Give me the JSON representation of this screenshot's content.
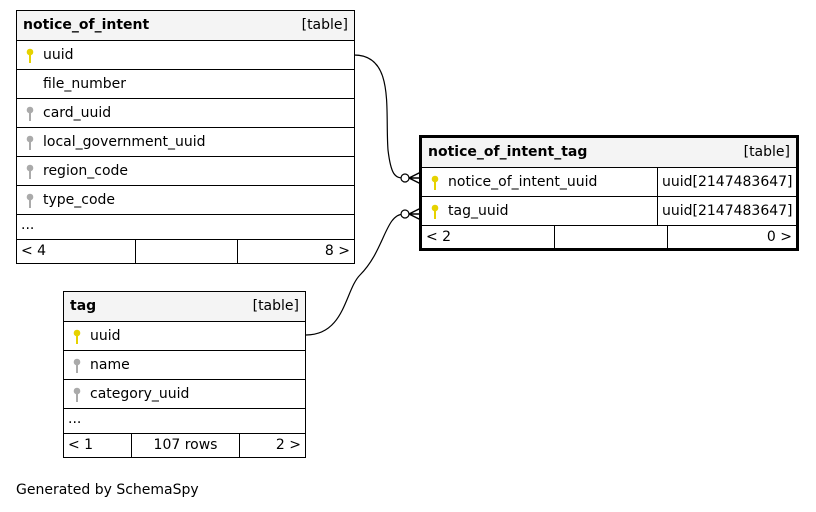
{
  "tables": {
    "notice_of_intent": {
      "name": "notice_of_intent",
      "kind": "[table]",
      "columns": [
        "uuid",
        "file_number",
        "card_uuid",
        "local_government_uuid",
        "region_code",
        "type_code"
      ],
      "ellipsis": "...",
      "footer": {
        "left": "< 4",
        "middle": "",
        "right": "8 >"
      }
    },
    "notice_of_intent_tag": {
      "name": "notice_of_intent_tag",
      "kind": "[table]",
      "columns": [
        {
          "name": "notice_of_intent_uuid",
          "type": "uuid[2147483647]"
        },
        {
          "name": "tag_uuid",
          "type": "uuid[2147483647]"
        }
      ],
      "footer": {
        "left": "< 2",
        "middle": "",
        "right": "0 >"
      }
    },
    "tag": {
      "name": "tag",
      "kind": "[table]",
      "columns": [
        "uuid",
        "name",
        "category_uuid"
      ],
      "ellipsis": "...",
      "footer": {
        "left": "< 1",
        "middle": "107 rows",
        "right": "2 >"
      }
    }
  },
  "icons": {
    "primary_key": "key-icon-yellow",
    "foreign_key": "key-icon-gray",
    "pk_color": "#e6d200",
    "fk_color": "#aaaaaa"
  },
  "credit": "Generated by SchemaSpy"
}
